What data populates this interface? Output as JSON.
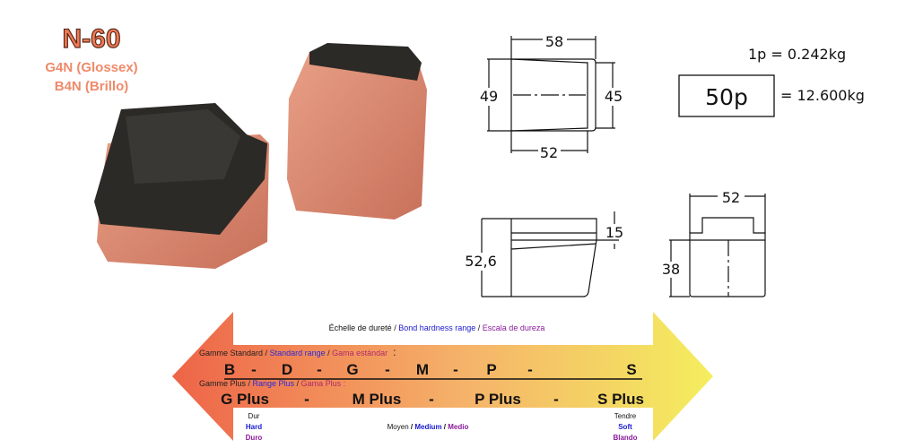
{
  "product": {
    "code": "N-60",
    "variants": [
      "G4N (Glossex)",
      "B4N (Brillo)"
    ]
  },
  "weight": {
    "unit_weight": "1p = 0.242kg",
    "pack_qty": "50p",
    "pack_weight": "= 12.600kg"
  },
  "dimensions": {
    "top_view": {
      "top": "58",
      "left": "49",
      "right": "45",
      "bottom": "52"
    },
    "side_view": {
      "height": "52,6",
      "step": "15"
    },
    "front_view": {
      "width": "52",
      "height": "38"
    }
  },
  "hardness_scale": {
    "title_fr": "Échelle de dureté",
    "title_en": "Bond hardness range",
    "title_es": "Escala de dureza",
    "sep": "/",
    "standard_label_fr": "Gamme Standard",
    "standard_label_en": "Standard range",
    "standard_label_es": "Gama estándar",
    "colon": ":",
    "standard_grades": [
      "B",
      "D",
      "G",
      "M",
      "P",
      "S"
    ],
    "dash": "-",
    "plus_label_fr": "Gamme Plus",
    "plus_label_en": "Range Plus",
    "plus_label_es": "Gama Plus :",
    "plus_grades": [
      "G Plus",
      "M Plus",
      "P Plus",
      "S Plus"
    ],
    "hard": {
      "fr": "Dur",
      "en": "Hard",
      "es": "Duro"
    },
    "medium": {
      "fr": "Moyen",
      "en": "Medium",
      "es": "Medio"
    },
    "soft": {
      "fr": "Tendre",
      "en": "Soft",
      "es": "Blando"
    },
    "colors": {
      "left": "#ef6a4c",
      "right": "#f4ee62",
      "en": "#1a1ad0",
      "es": "#8a1a9a"
    }
  }
}
